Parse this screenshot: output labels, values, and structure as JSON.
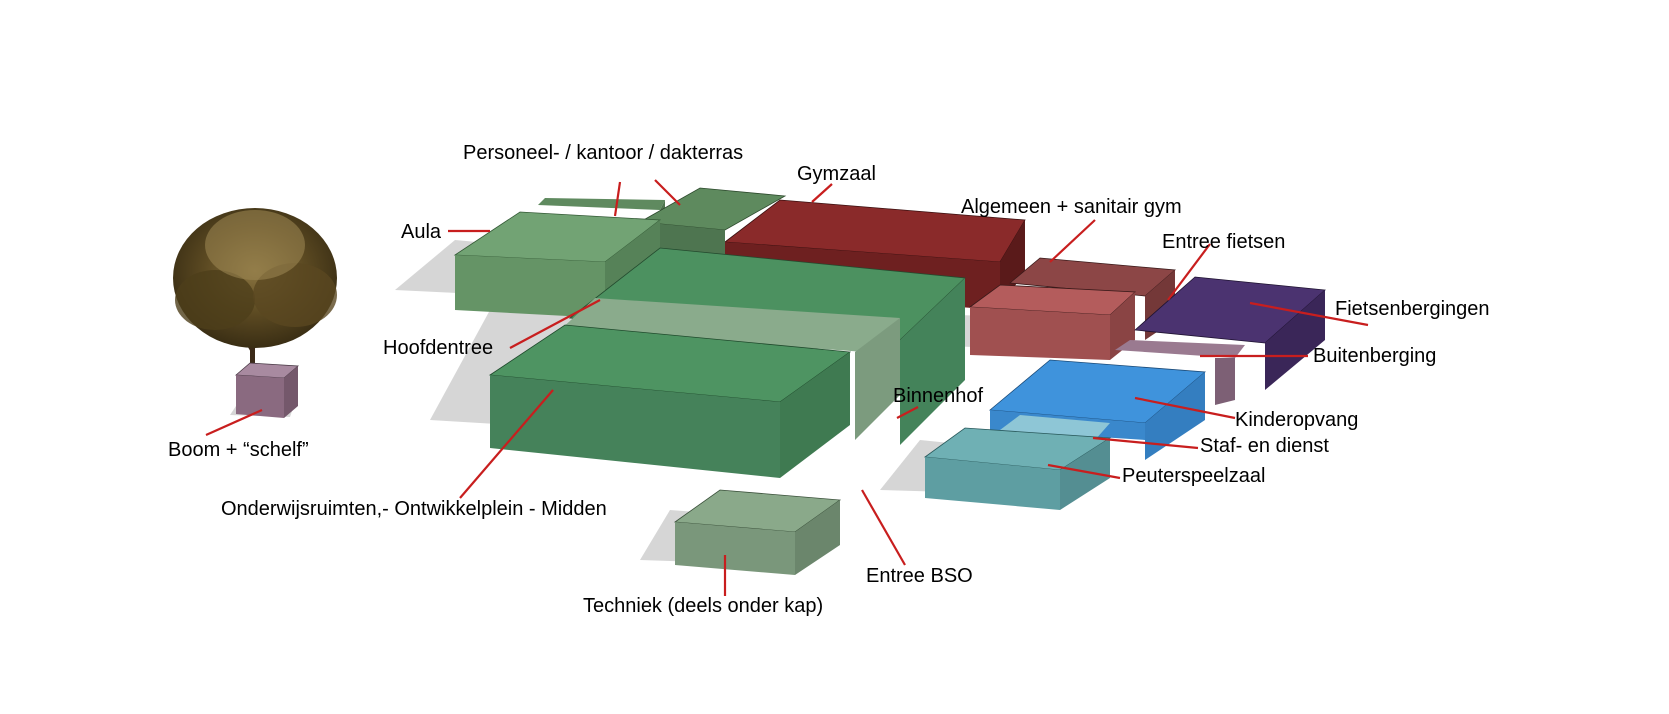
{
  "labels": {
    "personeel": "Personeel- / kantoor / dakterras",
    "gymzaal": "Gymzaal",
    "aula": "Aula",
    "algemeen": "Algemeen + sanitair gym",
    "entree_fietsen": "Entree fietsen",
    "fietsenbergingen": "Fietsenbergingen",
    "buitenberging": "Buitenberging",
    "hoofdentree": "Hoofdentree",
    "binnenhof": "Binnenhof",
    "kinderopvang": "Kinderopvang",
    "staf": "Staf- en dienst",
    "peuterspeelzaal": "Peuterspeelzaal",
    "boom": "Boom + “schelf”",
    "onderwijs": "Onderwijsruimten,- Ontwikkelplein - Midden",
    "entree_bso": "Entree BSO",
    "techniek": "Techniek (deels onder kap)"
  },
  "colors": {
    "leader": "#c81e1e",
    "green": "#4a8a5a",
    "light_green": "#6f9c74",
    "dark_green": "#5b7d5b",
    "red": "#7f2626",
    "brick": "#a85656",
    "purple": "#47306a",
    "blue": "#3c8ed8",
    "teal": "#5f9ea4",
    "gray_green": "#86a589",
    "mauve": "#8a6a80"
  }
}
